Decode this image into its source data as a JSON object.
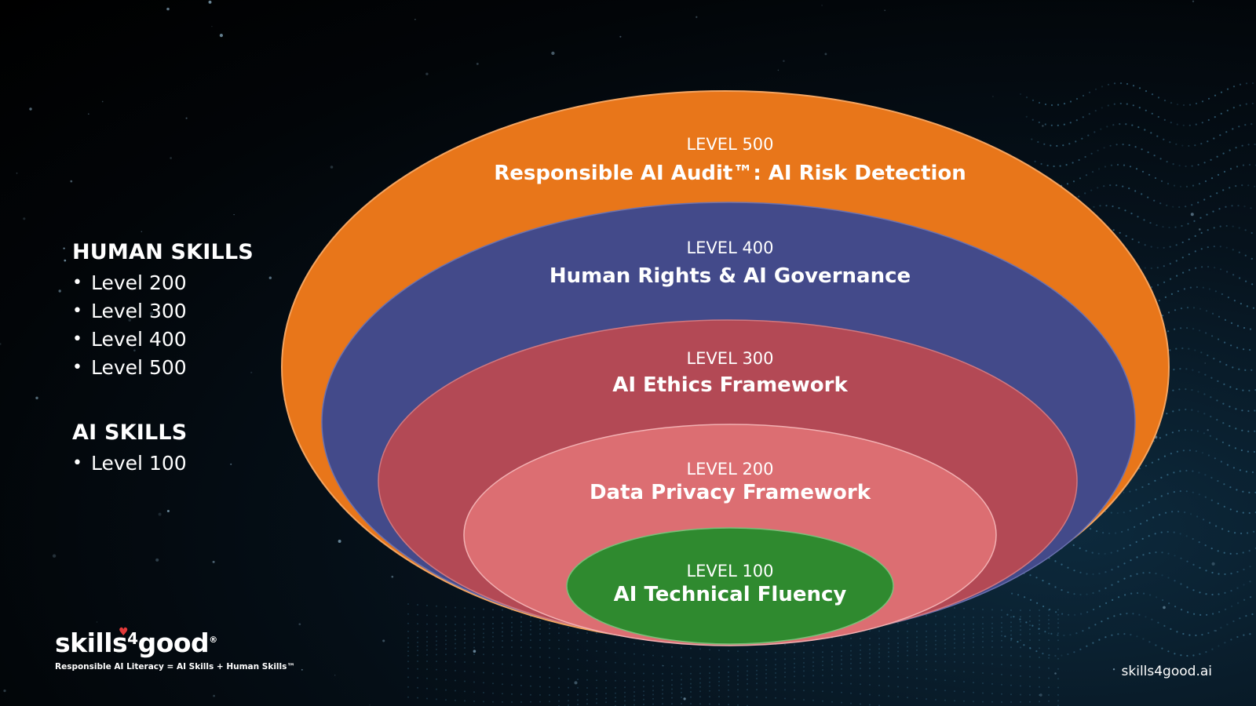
{
  "levels": [
    {
      "level_label": "LEVEL 500",
      "title": "Responsible AI Audit™: AI Risk Detection",
      "color": "#e8761a"
    },
    {
      "level_label": "LEVEL 400",
      "title": "Human Rights & AI Governance",
      "color": "#434a8a"
    },
    {
      "level_label": "LEVEL 300",
      "title": "AI Ethics Framework",
      "color": "#b34955"
    },
    {
      "level_label": "LEVEL 200",
      "title": "Data Privacy Framework",
      "color": "#dc6e72"
    },
    {
      "level_label": "LEVEL 100",
      "title": "AI Technical Fluency",
      "color": "#2f8a2f"
    }
  ],
  "sidebar": {
    "human": {
      "heading": "HUMAN SKILLS",
      "items": [
        "Level 200",
        "Level 300",
        "Level 400",
        "Level 500"
      ]
    },
    "ai": {
      "heading": "AI SKILLS",
      "items": [
        "Level 100"
      ]
    }
  },
  "brand": {
    "logo_prefix": "skills",
    "logo_four": "4",
    "logo_suffix": "good",
    "logo_reg": "®",
    "tagline": "Responsible AI Literacy = AI Skills + Human Skills™"
  },
  "footer": {
    "url": "skills4good.ai"
  }
}
